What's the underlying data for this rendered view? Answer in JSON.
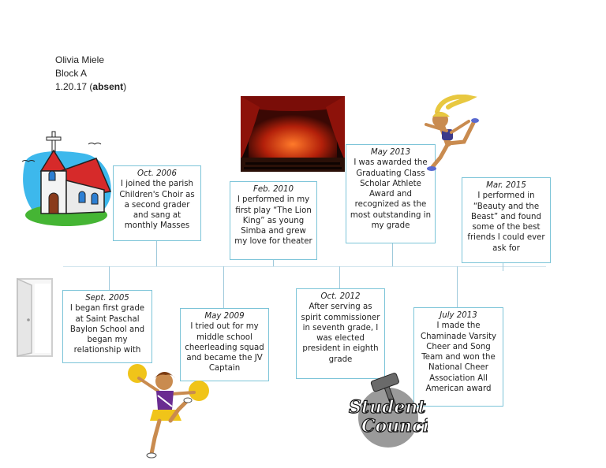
{
  "header": {
    "name": "Olivia Miele",
    "block": "Block A",
    "date": "1.20.17",
    "status": "absent"
  },
  "events_above": [
    {
      "date": "Oct. 2006",
      "text": "I joined the parish Children's Choir as a second grader and sang at monthly Masses"
    },
    {
      "date": "Feb. 2010",
      "text": "I performed in my first play “The Lion King” as young Simba and grew my love for theater"
    },
    {
      "date": "May 2013",
      "text": "I was awarded the Graduating Class Scholar Athlete Award and recognized as the most outstanding in my grade"
    },
    {
      "date": "Mar. 2015",
      "text": "I performed in “Beauty and the Beast” and found some of the best friends I could ever ask for"
    }
  ],
  "events_below": [
    {
      "date": "Sept. 2005",
      "text": "I began first grade at Saint Paschal Baylon School and began my relationship with"
    },
    {
      "date": "May 2009",
      "text": "I tried out for my middle school cheerleading squad and became the JV Captain"
    },
    {
      "date": "Oct. 2012",
      "text": "After serving as spirit commissioner in seventh grade, I was elected president in eighth grade"
    },
    {
      "date": "July 2013",
      "text": "I made the Chaminade Varsity Cheer and Song Team and won the National Cheer Association All American award"
    }
  ],
  "clipart": {
    "student_council_text": [
      "Student",
      "Council"
    ]
  },
  "colors": {
    "box_border": "#7cc4d8",
    "connector": "#9ec9db"
  }
}
